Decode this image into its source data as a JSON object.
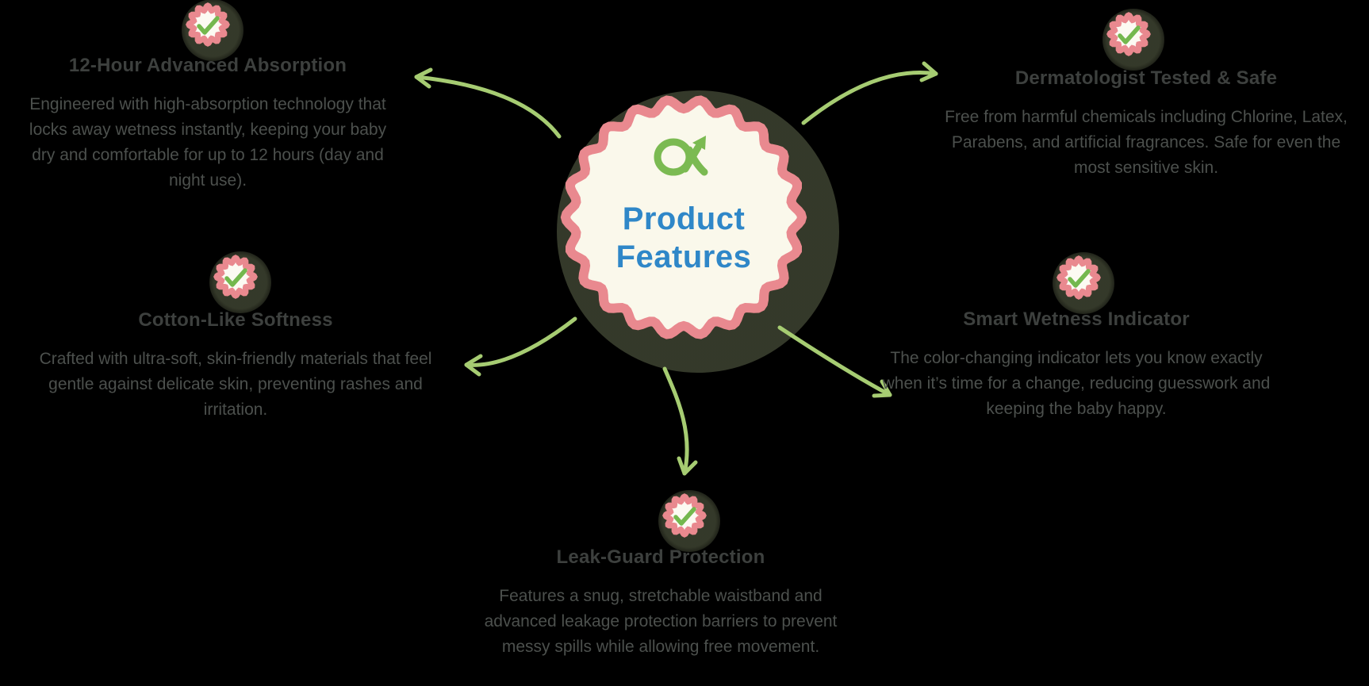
{
  "diagram": {
    "center": {
      "logo_icon": "alpha-arrow-logo",
      "seal_icon": "scalloped-seal",
      "title_lines": [
        "Product",
        "Features"
      ]
    },
    "features": [
      {
        "id": "absorption",
        "position": "top-left",
        "badge_icon": "check-badge",
        "title": "12-Hour Advanced Absorption",
        "description": "Engineered with high-absorption technology that locks away wetness instantly, keeping your baby dry and comfortable for up to 12 hours (day and night use)."
      },
      {
        "id": "dermatologist",
        "position": "top-right",
        "badge_icon": "check-badge",
        "title": "Dermatologist Tested & Safe",
        "description": "Free from harmful chemicals including Chlorine, Latex, Parabens, and artificial fragrances. Safe for even the most sensitive skin."
      },
      {
        "id": "softness",
        "position": "middle-left",
        "badge_icon": "check-badge",
        "title": "Cotton-Like Softness",
        "description": "Crafted with ultra-soft, skin-friendly materials that feel gentle against delicate skin, preventing rashes and irritation."
      },
      {
        "id": "wetness",
        "position": "middle-right",
        "badge_icon": "check-badge",
        "title": "Smart Wetness Indicator",
        "description": "The color-changing indicator lets you know exactly when it’s time for a change, reducing guesswork and keeping the baby happy."
      },
      {
        "id": "leak",
        "position": "bottom",
        "badge_icon": "check-badge",
        "title": "Leak-Guard Protection",
        "description": "Features a snug, stretchable waistband and advanced leakage protection barriers to prevent messy spills while allowing free movement."
      }
    ],
    "colors": {
      "background": "#000000",
      "seal_fill_cream": "#FAF8EB",
      "seal_border_pink": "#E9898F",
      "badge_check_green": "#74B84E",
      "logo_green": "#7BBA52",
      "arrow_green": "#A6CC72",
      "center_title_blue": "#2F87C8",
      "feature_title_gray": "#3D403E",
      "feature_body_gray": "#4C504D",
      "shadow_olive": "#393E2D"
    }
  }
}
